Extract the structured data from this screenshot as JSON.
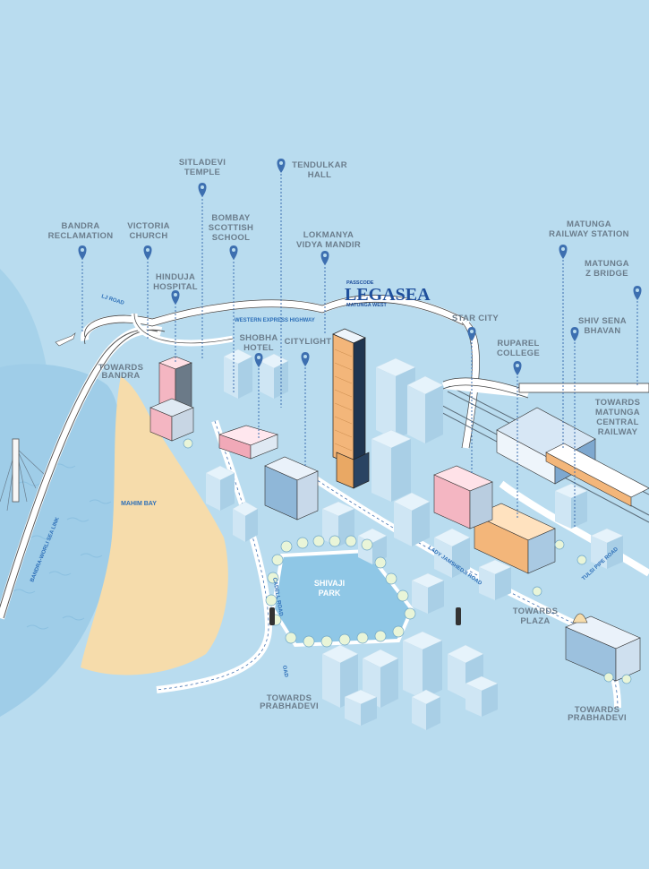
{
  "brand": {
    "prefix": "PASSCODE",
    "name": "LEGASEA",
    "location": "MATUNGA WEST"
  },
  "landmarks": [
    {
      "id": "bandra-reclamation",
      "lines": [
        "BANDRA",
        "RECLAMATION"
      ]
    },
    {
      "id": "victoria-church",
      "lines": [
        "VICTORIA",
        "CHURCH"
      ]
    },
    {
      "id": "sitladevi-temple",
      "lines": [
        "SITLADEVI",
        "TEMPLE"
      ]
    },
    {
      "id": "bombay-scottish-school",
      "lines": [
        "BOMBAY",
        "SCOTTISH",
        "SCHOOL"
      ]
    },
    {
      "id": "tendulkar-hall",
      "lines": [
        "TENDULKAR",
        "HALL"
      ]
    },
    {
      "id": "hinduja-hospital",
      "lines": [
        "HINDUJA",
        "HOSPITAL"
      ]
    },
    {
      "id": "lokmanya-vidya-mandir",
      "lines": [
        "LOKMANYA",
        "VIDYA MANDIR"
      ]
    },
    {
      "id": "matunga-railway-station",
      "lines": [
        "MATUNGA",
        "RAILWAY STATION"
      ]
    },
    {
      "id": "matunga-z-bridge",
      "lines": [
        "MATUNGA",
        "Z BRIDGE"
      ]
    },
    {
      "id": "star-city",
      "lines": [
        "STAR CITY"
      ]
    },
    {
      "id": "shiv-sena-bhavan",
      "lines": [
        "SHIV SENA",
        "BHAVAN"
      ]
    },
    {
      "id": "shobha-hotel",
      "lines": [
        "SHOBHA",
        "HOTEL"
      ]
    },
    {
      "id": "citylight",
      "lines": [
        "CITYLIGHT"
      ]
    },
    {
      "id": "ruparel-college",
      "lines": [
        "RUPAREL",
        "COLLEGE"
      ]
    }
  ],
  "directions": {
    "towards_bandra": [
      "TOWARDS",
      "BANDRA"
    ],
    "towards_matunga_central": [
      "TOWARDS",
      "MATUNGA",
      "CENTRAL",
      "RAILWAY"
    ],
    "towards_plaza": [
      "TOWARDS",
      "PLAZA"
    ],
    "towards_prabhadevi_left": [
      "TOWARDS",
      "PRABHADEVI"
    ],
    "towards_prabhadevi_right": [
      "TOWARDS",
      "PRABHADEVI"
    ]
  },
  "areas": {
    "mahim_bay": "MAHIM BAY",
    "shivaji_park": [
      "SHIVAJI",
      "PARK"
    ]
  },
  "roads": {
    "sea_link": "BANDRA-WORLI SEA LINK",
    "western_express": "WESTERN EXPRESS HIGHWAY",
    "lj_road": "LJ ROAD",
    "lady_jamshedji": "LADY JAMSHEDJI ROAD",
    "tulsi_pipe": "TULSI PIPE ROAD",
    "cadell_road": "CADELL ROAD",
    "cadell_road_fragment": "OAD"
  },
  "colors": {
    "background": "#b9dcef",
    "sea": "#9fcde8",
    "beach": "#f6dcab",
    "park": "#8fc7e6",
    "pin": "#3d6fb0",
    "label": "#6b7d8c",
    "brand": "#1f4f9c"
  }
}
